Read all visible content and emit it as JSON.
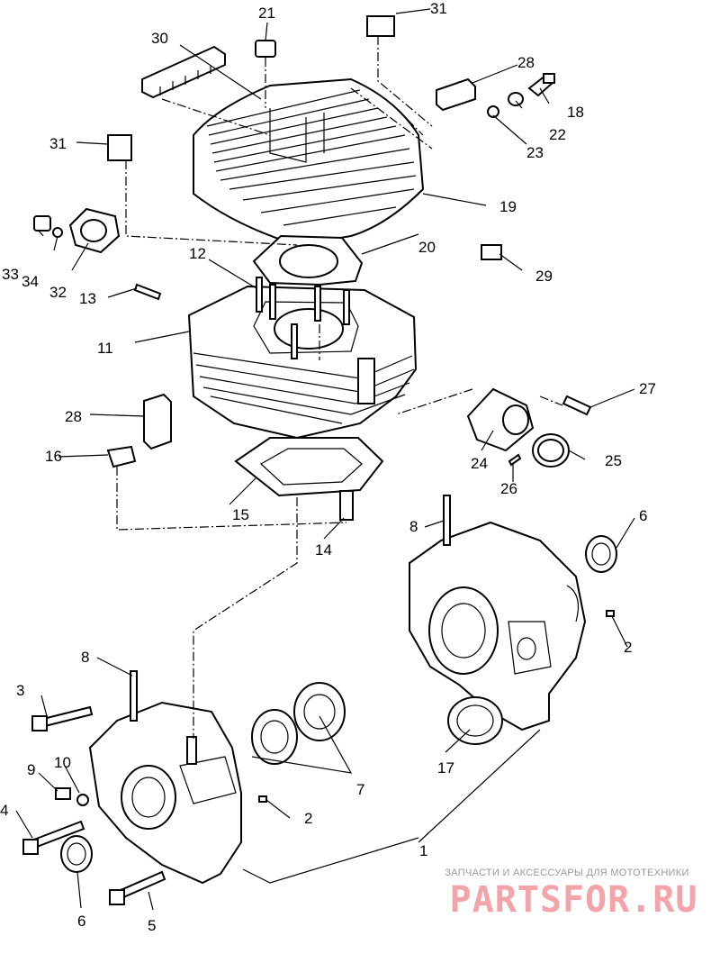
{
  "callouts": {
    "c1": "1",
    "c2a": "2",
    "c2b": "2",
    "c3": "3",
    "c4": "4",
    "c5": "5",
    "c6a": "6",
    "c6b": "6",
    "c7": "7",
    "c8a": "8",
    "c8b": "8",
    "c9": "9",
    "c10": "10",
    "c11": "11",
    "c12": "12",
    "c13": "13",
    "c14": "14",
    "c15": "15",
    "c16": "16",
    "c17": "17",
    "c18": "18",
    "c19": "19",
    "c20": "20",
    "c21": "21",
    "c22": "22",
    "c23": "23",
    "c24": "24",
    "c25": "25",
    "c26": "26",
    "c27": "27",
    "c28a": "28",
    "c28b": "28",
    "c29": "29",
    "c30": "30",
    "c31a": "31",
    "c31b": "31",
    "c32": "32",
    "c33": "33",
    "c34": "34"
  },
  "watermark": {
    "tagline": "ЗАПЧАСТИ И АКСЕССУАРЫ ДЛЯ МОТОТЕХНИКИ",
    "brand": "PARTSFOR.RU"
  },
  "colors": {
    "line": "#000000",
    "watermark_brand": "#f4a3a8",
    "watermark_text": "#9a9a9a"
  }
}
